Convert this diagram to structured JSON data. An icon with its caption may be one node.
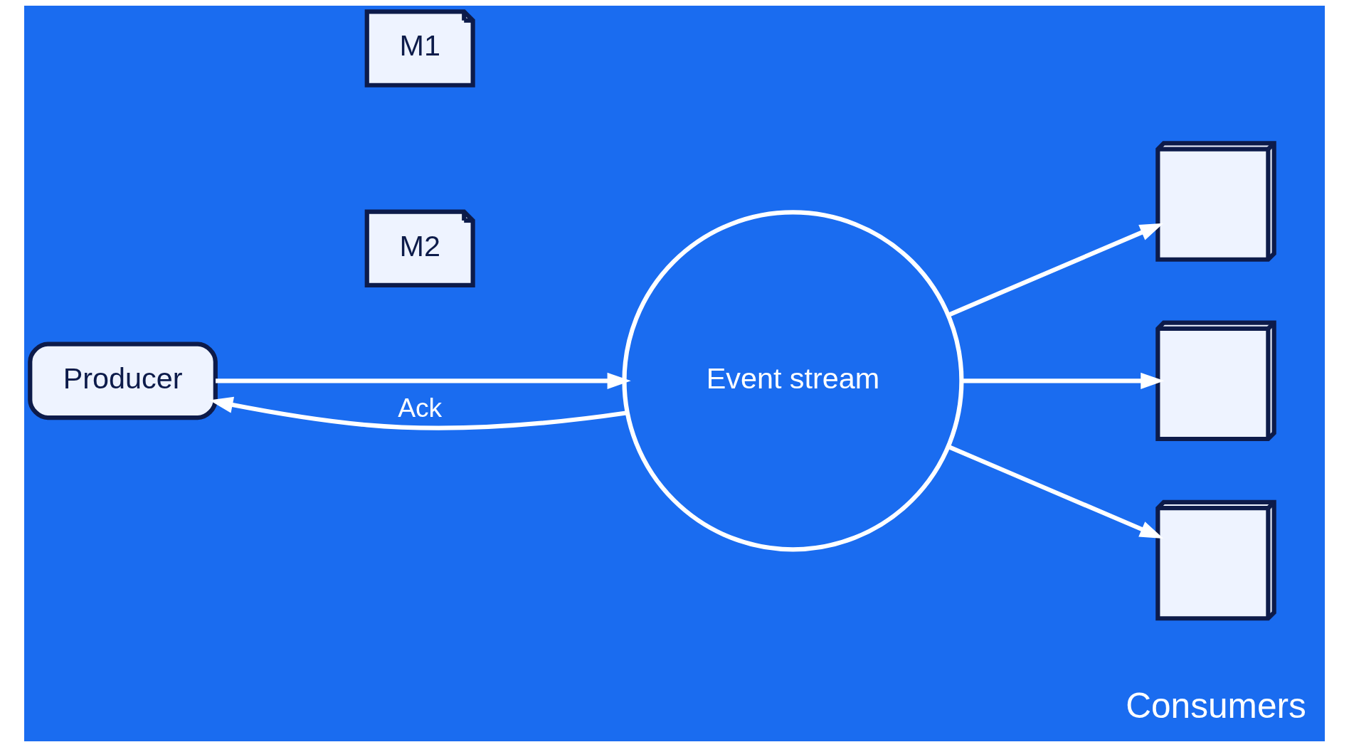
{
  "diagram": {
    "nodes": [
      {
        "text": [
          "Producer"
        ]
      },
      {
        "text": [
          "M1"
        ]
      },
      {
        "text": [
          "M2"
        ]
      },
      {
        "text": [
          "Event stream"
        ]
      },
      {
        "text": [],
        "shape": "picture"
      },
      {
        "text": [],
        "shape": "picture"
      },
      {
        "text": [],
        "shape": "picture"
      }
    ],
    "edges": [
      {
        "from": 0,
        "to": 3,
        "arrow": "to"
      },
      {
        "from": 3,
        "to": 0,
        "arrow": "to",
        "label": "Ack"
      },
      {
        "from": 3,
        "to": 4,
        "arrow": "to"
      },
      {
        "from": 3,
        "to": 5,
        "arrow": "to"
      },
      {
        "from": 3,
        "to": 6,
        "arrow": "to"
      }
    ],
    "labels": [
      "Consumers"
    ]
  }
}
